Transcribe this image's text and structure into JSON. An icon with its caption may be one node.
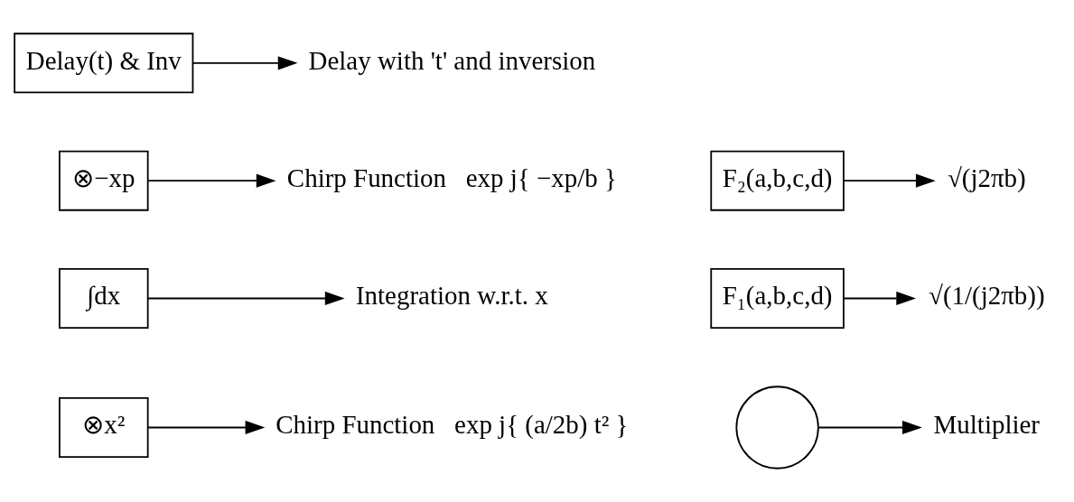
{
  "diagram": {
    "nodes": [
      {
        "text": [
          "⊗x²"
        ]
      },
      {
        "text": [
          "Chirp Function   exp j{ (a/2b) t² }"
        ]
      },
      {
        "text": [],
        "shape": "circle"
      },
      {
        "text": [
          "Multiplier"
        ]
      },
      {
        "text": [
          "∫dx"
        ]
      },
      {
        "text": [
          "Integration w.r.t. x"
        ]
      },
      {
        "text": [
          "F₁(a,b,c,d)"
        ]
      },
      {
        "text": [
          "√(1/(j2πb))"
        ]
      },
      {
        "text": [
          "⊗−xp"
        ]
      },
      {
        "text": [
          "Chirp Function   exp j{ −xp/b }"
        ]
      },
      {
        "text": [
          "F₂(a,b,c,d)"
        ]
      },
      {
        "text": [
          "√(j2πb)"
        ]
      },
      {
        "text": [
          "Delay(t) & Inv"
        ]
      },
      {
        "text": [
          "Delay with 't' and inversion"
        ]
      }
    ],
    "edges": [
      {
        "from": 0,
        "to": 1,
        "arrow": "to"
      },
      {
        "from": 2,
        "to": 3,
        "arrow": "to"
      },
      {
        "from": 4,
        "to": 5,
        "arrow": "to"
      },
      {
        "from": 6,
        "to": 7,
        "arrow": "to"
      },
      {
        "from": 8,
        "to": 9,
        "arrow": "to"
      },
      {
        "from": 10,
        "to": 11,
        "arrow": "to"
      },
      {
        "from": 12,
        "to": 13,
        "arrow": "to"
      }
    ]
  }
}
